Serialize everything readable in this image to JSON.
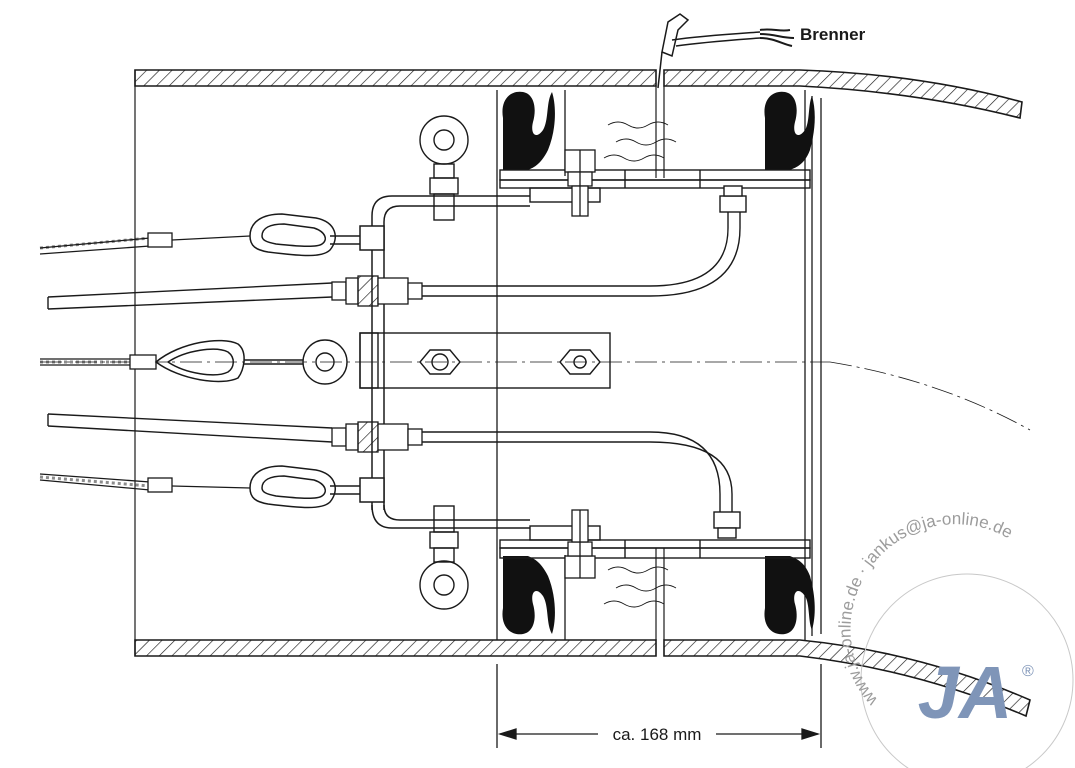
{
  "labels": {
    "burner": "Brenner",
    "dimension": "ca. 168 mm"
  },
  "watermark": {
    "logo_text": "JA",
    "registered": "®",
    "ring_text": "www.ja-online.de · jankus@ja-online.de"
  },
  "colors": {
    "ink": "#1a1a1a",
    "paper": "#ffffff",
    "seal_fill": "#111111",
    "logo_blue": "#7f95b8",
    "watermark_gray": "#9c9c9c"
  },
  "icons": [
    "welding-torch-icon",
    "snap-hook-icon",
    "eye-bolt-icon",
    "rope-thimble-icon",
    "hex-nut-icon",
    "ja-logo-icon"
  ]
}
